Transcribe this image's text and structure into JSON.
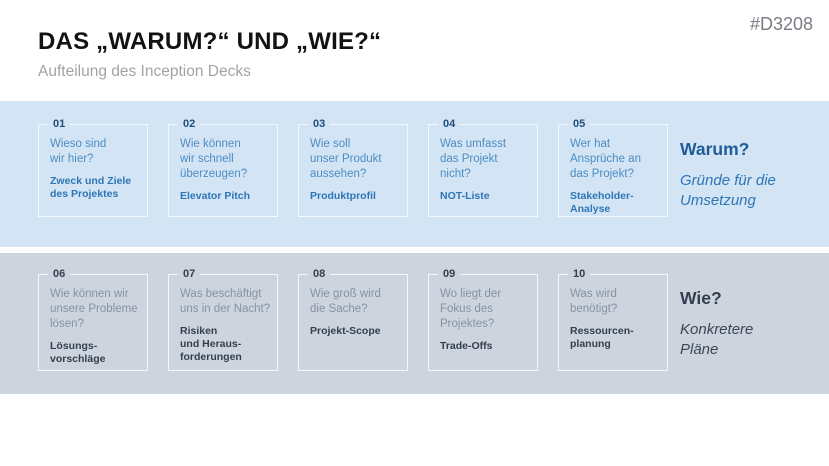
{
  "page": {
    "title": "DAS „WARUM?“ UND „WIE?“",
    "subtitle": "Aufteilung des Inception Decks",
    "tag": "#D3208"
  },
  "colors": {
    "band_warum_bg": "#d3e5f4",
    "band_wie_bg": "#cdd4dd",
    "card_border": "#f0f7fd",
    "blue_dark": "#1f4e79",
    "blue_heading": "#1f5c99",
    "blue_label": "#2e75b6",
    "blue_question": "#4d8cc3",
    "slate_dark": "#333f50",
    "slate_question": "#8492a6",
    "tag_gray": "#7b7b83",
    "subtitle_gray": "#a3a3a3"
  },
  "bands": [
    {
      "heading": "Warum?",
      "subheading": "Gründe für die\nUmsetzung",
      "cards": [
        {
          "number": "01",
          "question": "Wieso sind\nwir hier?",
          "label": "Zweck und Ziele\ndes Projektes"
        },
        {
          "number": "02",
          "question": "Wie können\nwir schnell\nüberzeugen?",
          "label": "Elevator Pitch"
        },
        {
          "number": "03",
          "question": "Wie soll\nunser Produkt\naussehen?",
          "label": "Produktprofil"
        },
        {
          "number": "04",
          "question": "Was umfasst\ndas Projekt\nnicht?",
          "label": "NOT-Liste"
        },
        {
          "number": "05",
          "question": "Wer hat\nAnsprüche an\ndas Projekt?",
          "label": "Stakeholder-\nAnalyse"
        }
      ]
    },
    {
      "heading": "Wie?",
      "subheading": "Konkretere\nPläne",
      "cards": [
        {
          "number": "06",
          "question": "Wie können wir\nunsere Probleme\nlösen?",
          "label": "Lösungs-\nvorschläge"
        },
        {
          "number": "07",
          "question": "Was beschäftigt\nuns in der Nacht?",
          "label": "Risiken\nund Heraus-\nforderungen"
        },
        {
          "number": "08",
          "question": "Wie groß wird\ndie Sache?",
          "label": "Projekt-Scope"
        },
        {
          "number": "09",
          "question": "Wo liegt der\nFokus des\nProjektes?",
          "label": "Trade-Offs"
        },
        {
          "number": "10",
          "question": "Was wird\nbenötigt?",
          "label": "Ressourcen-\nplanung"
        }
      ]
    }
  ]
}
